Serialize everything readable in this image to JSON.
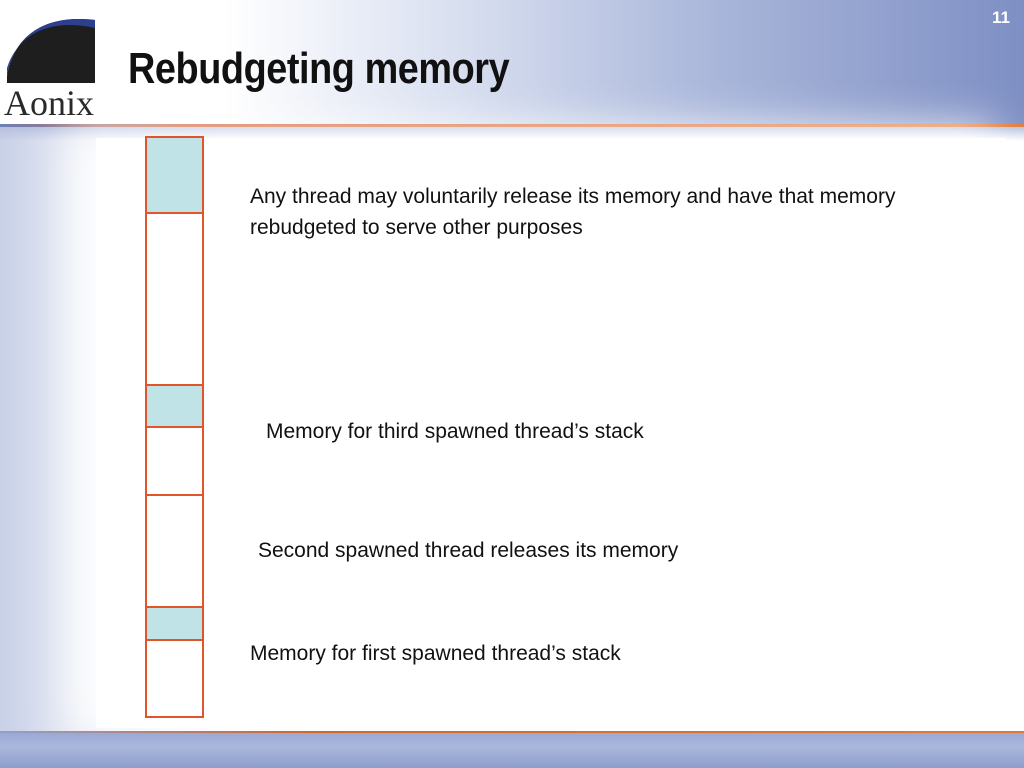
{
  "header": {
    "title": "Rebudgeting memory",
    "page_number": "11",
    "logo_text": "Aonix"
  },
  "diagram": {
    "memory_blocks": [
      {
        "id": "block-top-used",
        "state": "used"
      },
      {
        "id": "block-free-1",
        "state": "free"
      },
      {
        "id": "block-third-thread-stack",
        "state": "used"
      },
      {
        "id": "block-free-2",
        "state": "free"
      },
      {
        "id": "block-released",
        "state": "free"
      },
      {
        "id": "block-first-thread-guard",
        "state": "used"
      },
      {
        "id": "block-first-thread-stack",
        "state": "free"
      }
    ],
    "labels": {
      "release_note": "Any thread may voluntarily release its memory and have that memory rebudgeted to serve other purposes",
      "third_thread": "Memory for third spawned thread’s stack",
      "second_thread": "Second spawned thread releases its memory",
      "first_thread": "Memory for first spawned thread’s stack"
    },
    "colors": {
      "used_fill": "#bfe3e6",
      "block_border": "#e2552a",
      "accent_line": "#e07a3a"
    }
  }
}
